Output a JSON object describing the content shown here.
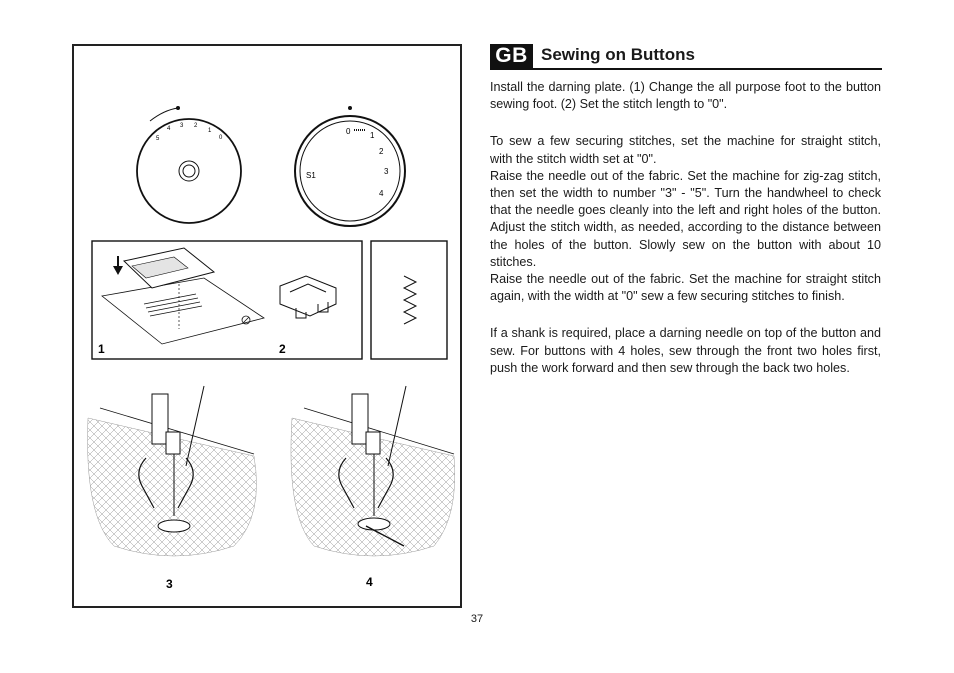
{
  "header": {
    "lang_badge": "GB",
    "title": "Sewing on Buttons"
  },
  "paragraphs": [
    "Install the darning plate. (1) Change the all purpose  foot to the button sewing foot. (2) Set the stitch length to \"0\".",
    "To sew a few securing stitches, set the machine for straight stitch, with the stitch width set at \"0\".",
    "Raise the needle out of the fabric. Set the machine for zig-zag stitch, then set the width to number \"3\" - \"5\". Turn the handwheel to check that the needle goes cleanly into the left and right holes of the button. Adjust the stitch width, as needed, according to the distance between the holes of the button. Slowly sew on the button with about 10 stitches.",
    "Raise the needle out of the fabric. Set the machine for straight stitch again, with the width at \"0\" sew a few securing stitches to finish.",
    "If a shank is required, place a darning needle on top of the button and sew. For buttons with 4 holes, sew through the front two holes first, push the work forward and then sew through the back two holes."
  ],
  "figure": {
    "labels": [
      "1",
      "2",
      "3",
      "4"
    ],
    "left_dial_marks": [
      "5",
      "4",
      "3",
      "2",
      "1",
      "0"
    ],
    "right_dial_marks": [
      "0",
      "1",
      "2",
      "3",
      "4",
      "S1"
    ]
  },
  "page_number": "37"
}
